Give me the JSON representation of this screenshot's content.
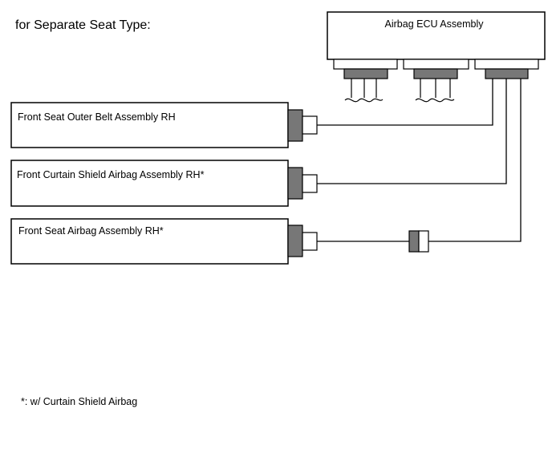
{
  "heading": "for Separate Seat Type:",
  "ecu": {
    "label": "Airbag ECU Assembly"
  },
  "components": [
    {
      "label": "Front Seat Outer Belt Assembly RH"
    },
    {
      "label": "Front Curtain Shield Airbag Assembly RH*"
    },
    {
      "label": "Front Seat Airbag Assembly RH*"
    }
  ],
  "footnote": "*: w/ Curtain Shield Airbag",
  "colors": {
    "line": "#000000",
    "connector_fill": "#777777",
    "background": "#ffffff"
  }
}
